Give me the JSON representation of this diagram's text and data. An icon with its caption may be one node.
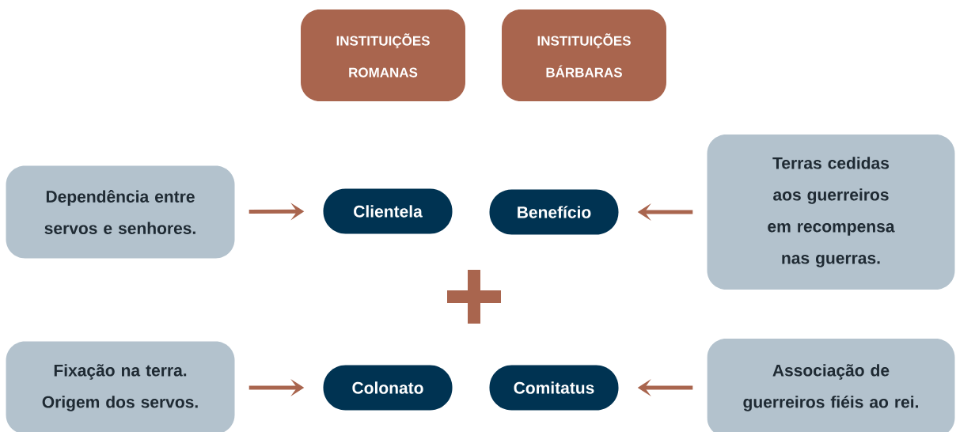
{
  "diagram": {
    "nodes": [
      {
        "text": [
          "INSTITUIÇÕES ROMANAS"
        ]
      },
      {
        "text": [
          "INSTITUIÇÕES BÁRBARAS"
        ]
      },
      {
        "text": [
          "Dependência entre servos e senhores."
        ]
      },
      {
        "text": [
          "Clientela"
        ]
      },
      {
        "text": [
          "Benefício"
        ]
      },
      {
        "text": [
          "Terras cedidas aos guerreiros em recompensa nas guerras."
        ]
      },
      {
        "text": [
          "Fixação na terra. Origem dos servos."
        ]
      },
      {
        "text": [
          "Colonato"
        ]
      },
      {
        "text": [
          "Comitatus"
        ]
      },
      {
        "text": [
          "Associação de guerreiros fiéis ao rei."
        ]
      }
    ],
    "edges": [
      {
        "from": 2,
        "to": 3,
        "arrow": "to"
      },
      {
        "from": 5,
        "to": 4,
        "arrow": "to"
      },
      {
        "from": 6,
        "to": 7,
        "arrow": "to"
      },
      {
        "from": 9,
        "to": 8,
        "arrow": "to"
      }
    ]
  }
}
